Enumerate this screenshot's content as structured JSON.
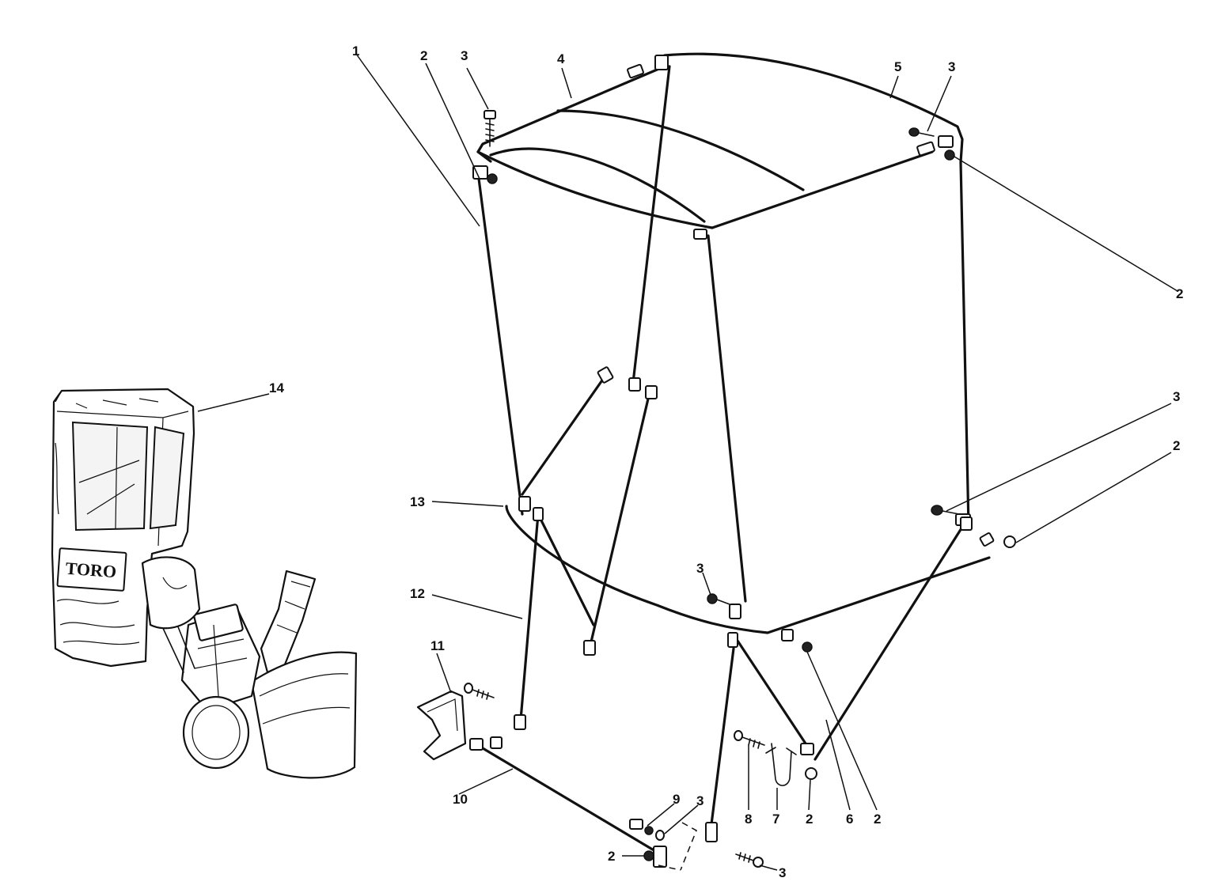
{
  "diagram": {
    "callouts": {
      "c1": "1",
      "c2_top_left": "2",
      "c3_top_left": "3",
      "c4": "4",
      "c5": "5",
      "c3_top_right": "3",
      "c2_right_upper": "2",
      "c3_right_mid": "3",
      "c2_right_mid": "2",
      "c14": "14",
      "c13": "13",
      "c12": "12",
      "c11": "11",
      "c3_center": "3",
      "c10": "10",
      "c9": "9",
      "c3_bottom_a": "3",
      "c2_bottom": "2",
      "c3_bottom_b": "3",
      "c8": "8",
      "c7": "7",
      "c2_bottom_mid": "2",
      "c6": "6",
      "c2_bottom_right": "2"
    },
    "cover_logo": "TORO"
  }
}
